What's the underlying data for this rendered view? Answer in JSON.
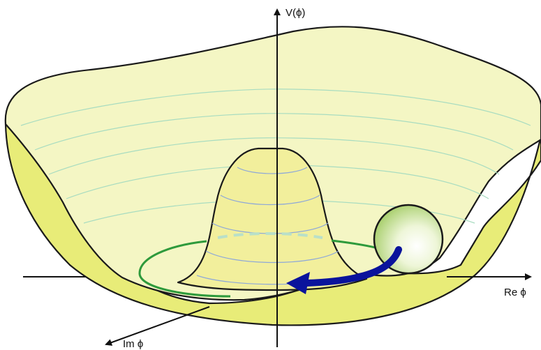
{
  "labels": {
    "vertical_axis": "V(ϕ)",
    "real_axis": "Re ϕ",
    "imaginary_axis": "Im ϕ"
  },
  "colors": {
    "surface_fill": "#f4f6c4",
    "rim_fill": "#e8ec78",
    "hump_fill": "#f2ef9c",
    "contour_outer": "#a8dcc0",
    "contour_inner": "#8ea8d8",
    "vacuum_circle": "#2e9a3c",
    "arrow": "#0a139c",
    "ball_highlight": "#ffffff",
    "ball_shade": "#a9cf6e",
    "outline": "#1a1a1a",
    "axis": "#111111"
  }
}
